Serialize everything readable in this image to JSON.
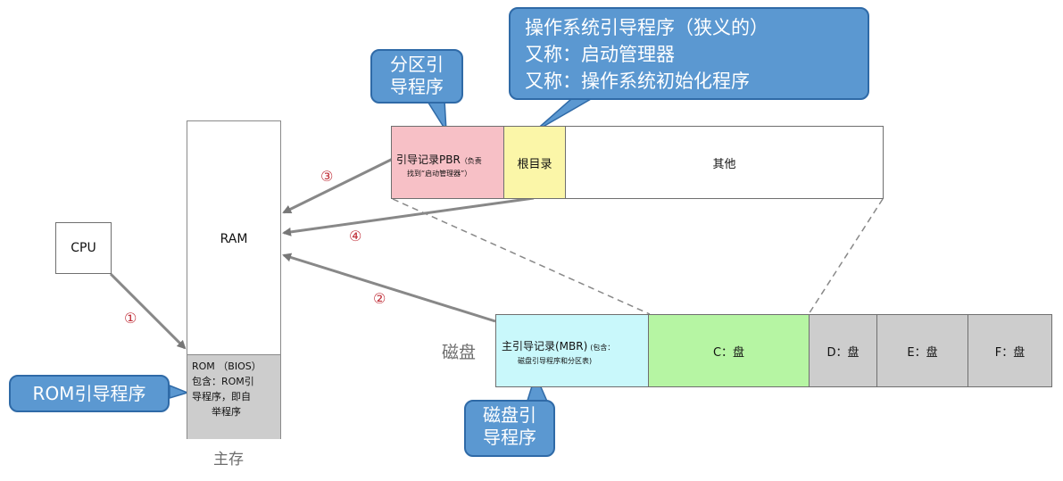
{
  "cpu": {
    "label": "CPU"
  },
  "main_memory": {
    "ram_label": "RAM",
    "rom_text_line1": "ROM （BIOS）",
    "rom_text_line2": "包含：ROM引",
    "rom_text_line3": "导程序，即自",
    "rom_text_line4": "举程序",
    "caption": "主存"
  },
  "partition": {
    "pbr_line1": "引导记录PBR",
    "pbr_note_line1": "（负责",
    "pbr_note_line2": "找到“启动管理器”）",
    "root_dir": "根目录",
    "other": "其他"
  },
  "disk": {
    "label": "磁盘",
    "mbr_line1": "主引导记录(MBR)",
    "mbr_note_line1": "(包含：",
    "mbr_note_line2": "磁盘引导程序和分区表)",
    "c": "C：盘",
    "d": "D：盘",
    "e": "E：盘",
    "f": "F：盘"
  },
  "steps": {
    "s1": "①",
    "s2": "②",
    "s3": "③",
    "s4": "④"
  },
  "callouts": {
    "rom_boot": "ROM引导程序",
    "partition_boot_line1": "分区引",
    "partition_boot_line2": "导程序",
    "os_line1": "操作系统引导程序（狭义的）",
    "os_line2": "又称：启动管理器",
    "os_line3": "又称：操作系统初始化程序",
    "disk_boot_line1": "磁盘引",
    "disk_boot_line2": "导程序"
  },
  "colors": {
    "pbr": "#f7c0c6",
    "root": "#fbf6a8",
    "mbr": "#c9f8fb",
    "c_drive": "#b6f5a3",
    "other_drives": "#cdcdcd",
    "rom": "#cdcdcd",
    "callout": "#5b98d1",
    "step_number": "#c0303a"
  }
}
